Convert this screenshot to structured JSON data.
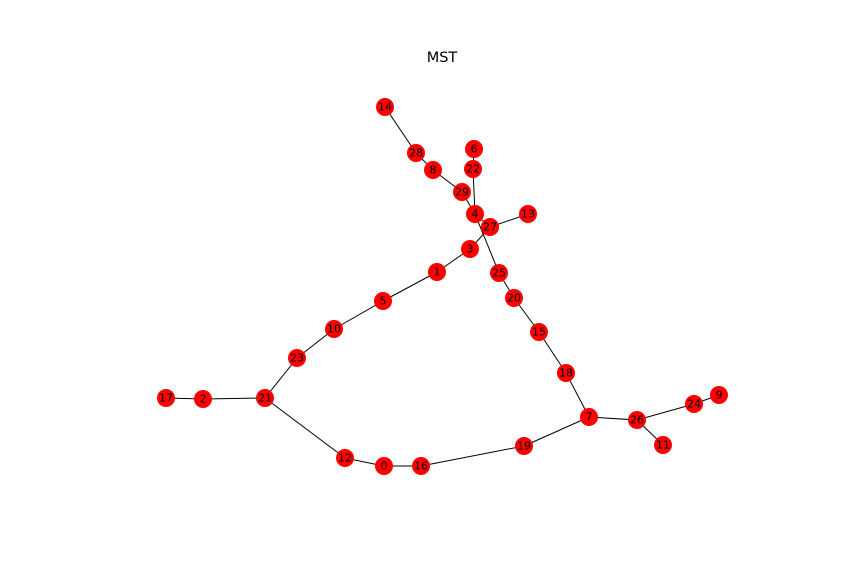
{
  "figure": {
    "title": "MST"
  },
  "graph": {
    "node_color": "#ff0000",
    "edge_color": "#000000",
    "nodes": [
      {
        "id": "0"
      },
      {
        "id": "1"
      },
      {
        "id": "2"
      },
      {
        "id": "3"
      },
      {
        "id": "4"
      },
      {
        "id": "5"
      },
      {
        "id": "6"
      },
      {
        "id": "7"
      },
      {
        "id": "8"
      },
      {
        "id": "9"
      },
      {
        "id": "10"
      },
      {
        "id": "11"
      },
      {
        "id": "12"
      },
      {
        "id": "13"
      },
      {
        "id": "14"
      },
      {
        "id": "15"
      },
      {
        "id": "16"
      },
      {
        "id": "17"
      },
      {
        "id": "18"
      },
      {
        "id": "19"
      },
      {
        "id": "20"
      },
      {
        "id": "21"
      },
      {
        "id": "22"
      },
      {
        "id": "23"
      },
      {
        "id": "24"
      },
      {
        "id": "25"
      },
      {
        "id": "26"
      },
      {
        "id": "27"
      },
      {
        "id": "28"
      },
      {
        "id": "29"
      }
    ],
    "edges": [
      [
        "14",
        "28"
      ],
      [
        "28",
        "8"
      ],
      [
        "8",
        "29"
      ],
      [
        "29",
        "4"
      ],
      [
        "6",
        "22"
      ],
      [
        "22",
        "4"
      ],
      [
        "4",
        "27"
      ],
      [
        "27",
        "13"
      ],
      [
        "4",
        "25"
      ],
      [
        "27",
        "3"
      ],
      [
        "3",
        "1"
      ],
      [
        "1",
        "5"
      ],
      [
        "5",
        "10"
      ],
      [
        "10",
        "23"
      ],
      [
        "23",
        "21"
      ],
      [
        "21",
        "2"
      ],
      [
        "2",
        "17"
      ],
      [
        "21",
        "12"
      ],
      [
        "12",
        "0"
      ],
      [
        "0",
        "16"
      ],
      [
        "16",
        "19"
      ],
      [
        "19",
        "7"
      ],
      [
        "7",
        "18"
      ],
      [
        "18",
        "15"
      ],
      [
        "15",
        "20"
      ],
      [
        "20",
        "25"
      ],
      [
        "7",
        "26"
      ],
      [
        "26",
        "11"
      ],
      [
        "26",
        "24"
      ],
      [
        "24",
        "9"
      ]
    ]
  }
}
